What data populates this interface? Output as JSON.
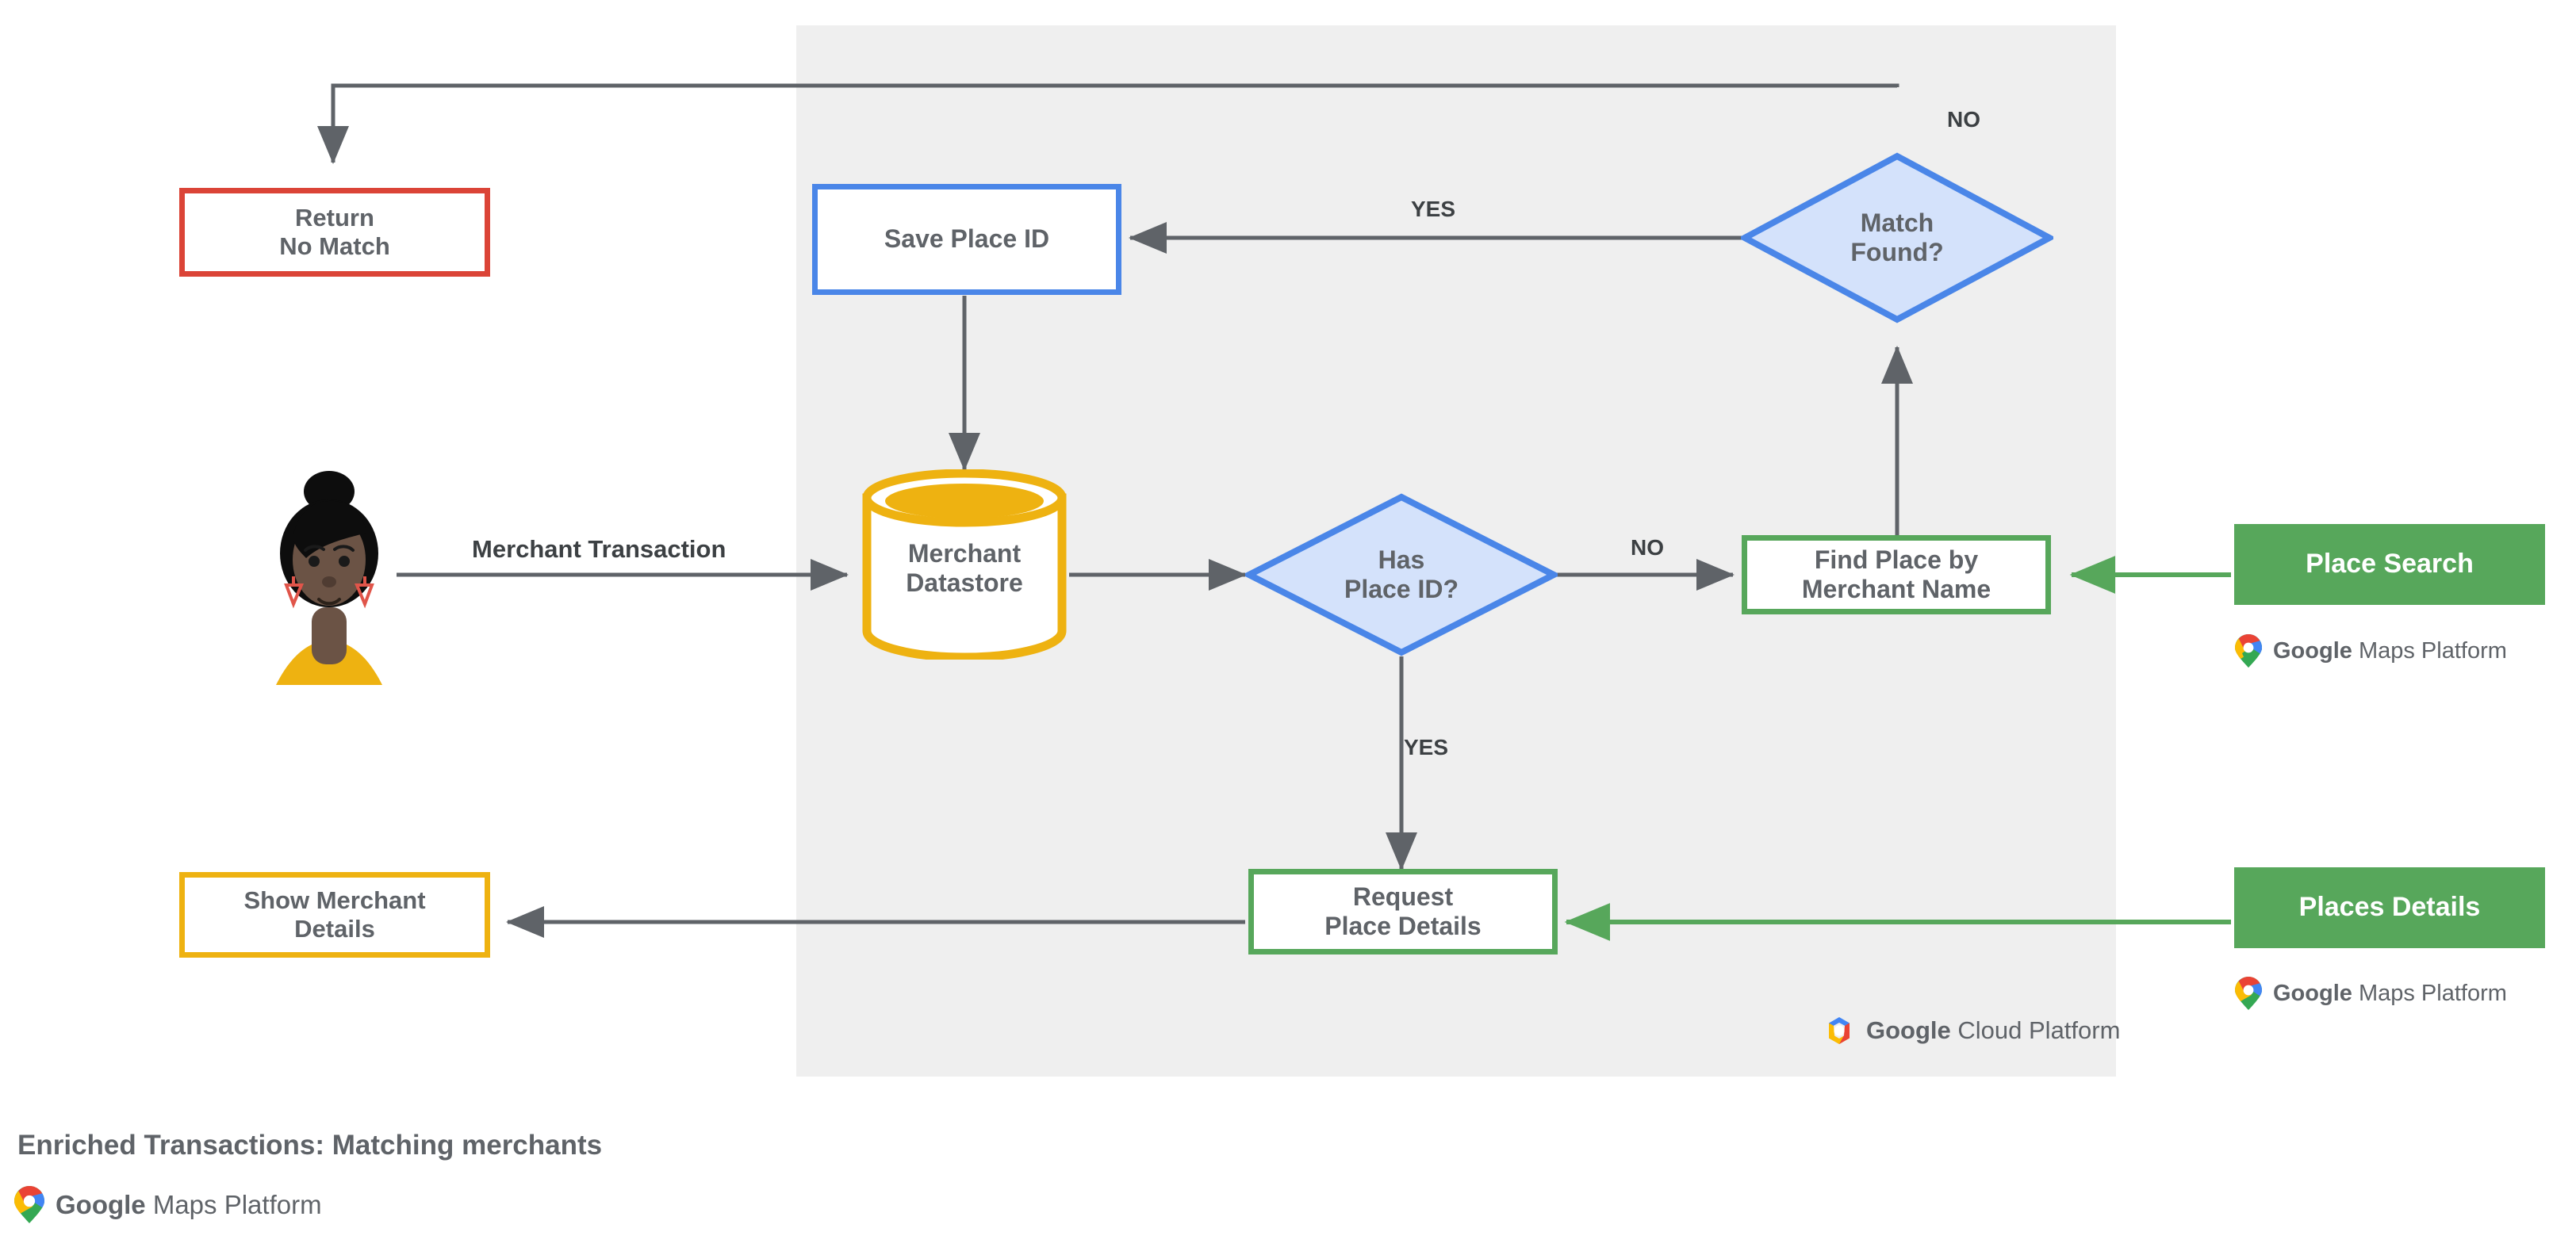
{
  "diagram": {
    "caption": "Enriched Transactions: Matching merchants",
    "colors": {
      "panel_bg": "#efefef",
      "red": "#db4437",
      "blue": "#4a86e8",
      "blue_fill": "#d4e2fb",
      "green": "#57a75b",
      "yellow": "#eeb211",
      "edge_gray": "#5f6368",
      "text_gray": "#5f6368"
    },
    "nodes": {
      "return_no_match": {
        "label": "Return\nNo Match",
        "shape": "rect",
        "style": "red-outline"
      },
      "save_place_id": {
        "label": "Save Place ID",
        "shape": "rect",
        "style": "blue-outline"
      },
      "merchant_datastore": {
        "label": "Merchant\nDatastore",
        "shape": "cylinder",
        "style": "yellow-outline"
      },
      "has_place_id": {
        "label": "Has\nPlace ID?",
        "shape": "diamond",
        "style": "blue-fill"
      },
      "match_found": {
        "label": "Match\nFound?",
        "shape": "diamond",
        "style": "blue-fill"
      },
      "find_place_by_merchant_name": {
        "label": "Find Place by\nMerchant Name",
        "shape": "rect",
        "style": "green-outline"
      },
      "request_place_details": {
        "label": "Request\nPlace Details",
        "shape": "rect",
        "style": "green-outline"
      },
      "show_merchant_details": {
        "label": "Show Merchant\nDetails",
        "shape": "rect",
        "style": "yellow-outline"
      },
      "place_search": {
        "label": "Place Search",
        "shape": "rect",
        "style": "green-filled"
      },
      "places_details": {
        "label": "Places Details",
        "shape": "rect",
        "style": "green-filled"
      }
    },
    "edge_labels": {
      "merchant_transaction": "Merchant Transaction",
      "yes_match_found": "YES",
      "no_match_found": "NO",
      "no_has_place_id": "NO",
      "yes_has_place_id": "YES"
    },
    "logos": {
      "maps_platform_brand": "Google",
      "maps_platform_suffix": " Maps Platform",
      "cloud_platform_brand": "Google",
      "cloud_platform_suffix": " Cloud Platform"
    }
  }
}
